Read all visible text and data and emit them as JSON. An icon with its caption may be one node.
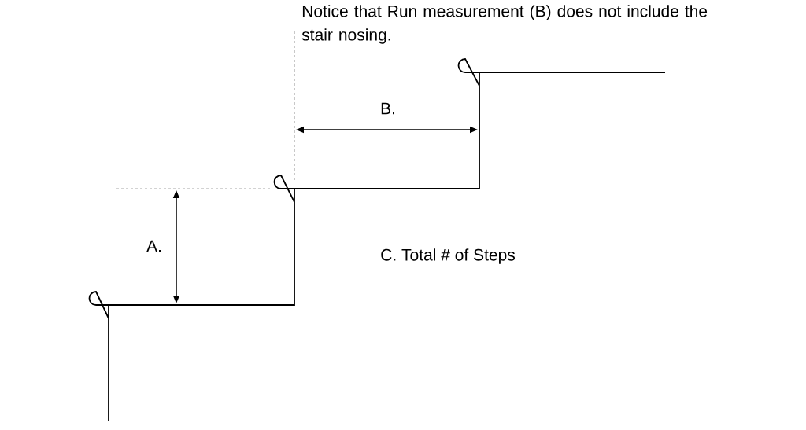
{
  "diagram": {
    "labels": [
      "Notice that Run measurement (B) does not include the stair nosing.",
      "B.",
      "A.",
      "C. Total # of Steps"
    ]
  }
}
